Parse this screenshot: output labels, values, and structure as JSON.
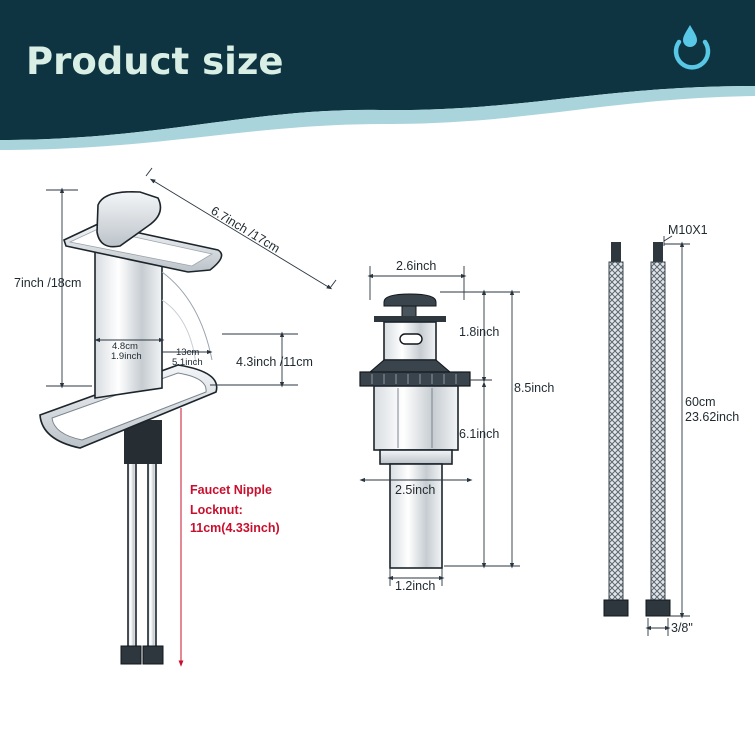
{
  "header": {
    "title": "Product size",
    "bg_color": "#0d3440",
    "wave_color": "#a9d4dc",
    "logo_icon": "water-drop-power-icon"
  },
  "faucet": {
    "width_label": "6.7inch /17cm",
    "height_label": "7inch /18cm",
    "spout_width_label_cm": "4.8cm",
    "spout_width_label_in": "1.9inch",
    "reach_label_cm": "13cm",
    "reach_label_in": "5.1inch",
    "spout_height_label": "4.3inch /11cm",
    "nipple_note_line1": "Faucet Nipple",
    "nipple_note_line2": "Locknut:",
    "nipple_note_line3": "11cm(4.33inch)",
    "note_color": "#c8102e"
  },
  "drain": {
    "cap_width_label": "2.6inch",
    "top_height_label": "1.8inch",
    "total_height_label": "8.5inch",
    "body_height_label": "6.1inch",
    "body_width_label": "2.5inch",
    "tail_width_label": "1.2inch"
  },
  "hoses": {
    "thread_label": "M10X1",
    "length_label_cm": "60cm",
    "length_label_in": "23.62inch",
    "connector_label": "3/8\""
  }
}
